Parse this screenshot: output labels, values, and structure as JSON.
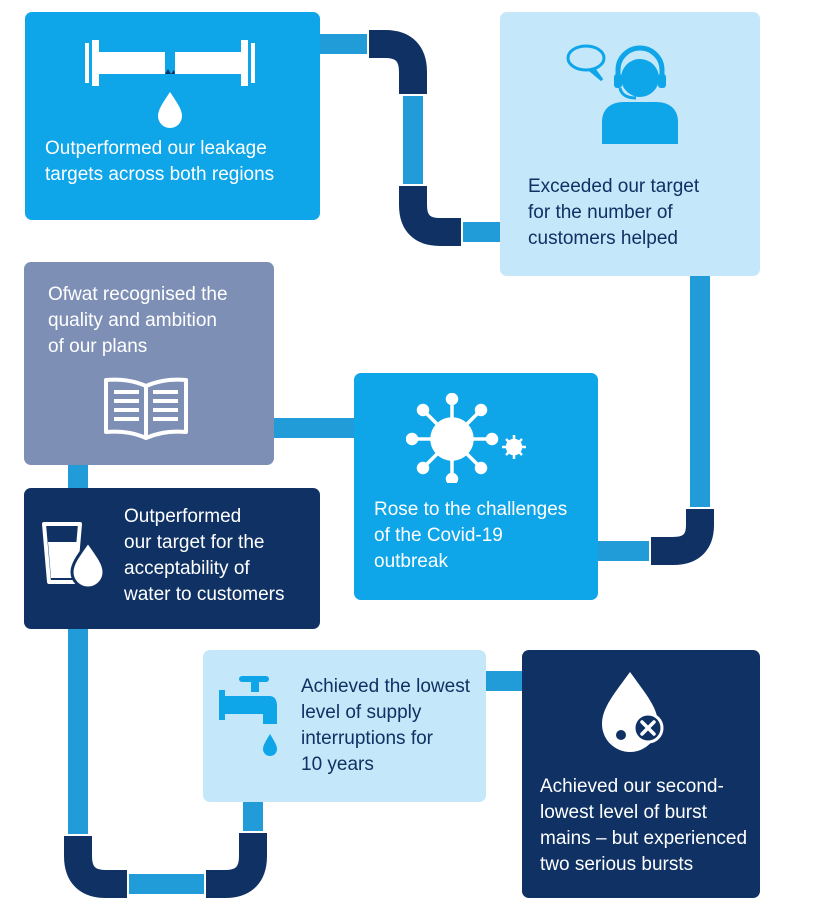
{
  "colors": {
    "pipe_light": "#219cd9",
    "pipe_dark": "#0f3163",
    "card_bright": "#0ea5e9",
    "card_pale": "#c4e7f9",
    "card_slate": "#7e8fb6",
    "card_navy": "#0f3163",
    "text_light": "#ffffff",
    "text_dark": "#0f3163"
  },
  "cards": {
    "leakage": {
      "lines": [
        "Outperformed our leakage",
        "targets across both regions"
      ],
      "icon": "leaking-pipe-icon"
    },
    "customers": {
      "lines": [
        "Exceeded our target",
        "for the number of",
        "customers helped"
      ],
      "icon": "customer-service-agent-icon"
    },
    "ofwat": {
      "lines": [
        "Ofwat recognised the",
        "quality and ambition",
        "of our plans"
      ],
      "icon": "open-book-icon"
    },
    "covid": {
      "lines": [
        "Rose to the challenges",
        "of the Covid-19",
        "outbreak"
      ],
      "icon": "virus-icon"
    },
    "water": {
      "lines": [
        "Outperformed",
        "our target for the",
        "acceptability of",
        "water to customers"
      ],
      "icon": "water-glass-icon"
    },
    "supply": {
      "lines": [
        "Achieved the lowest",
        "level of supply",
        "interruptions for",
        "10 years"
      ],
      "icon": "dripping-tap-icon"
    },
    "bursts": {
      "lines": [
        "Achieved our second-",
        "lowest level of burst",
        "mains – but experienced",
        "two serious bursts"
      ],
      "icon": "burst-drop-icon"
    }
  }
}
